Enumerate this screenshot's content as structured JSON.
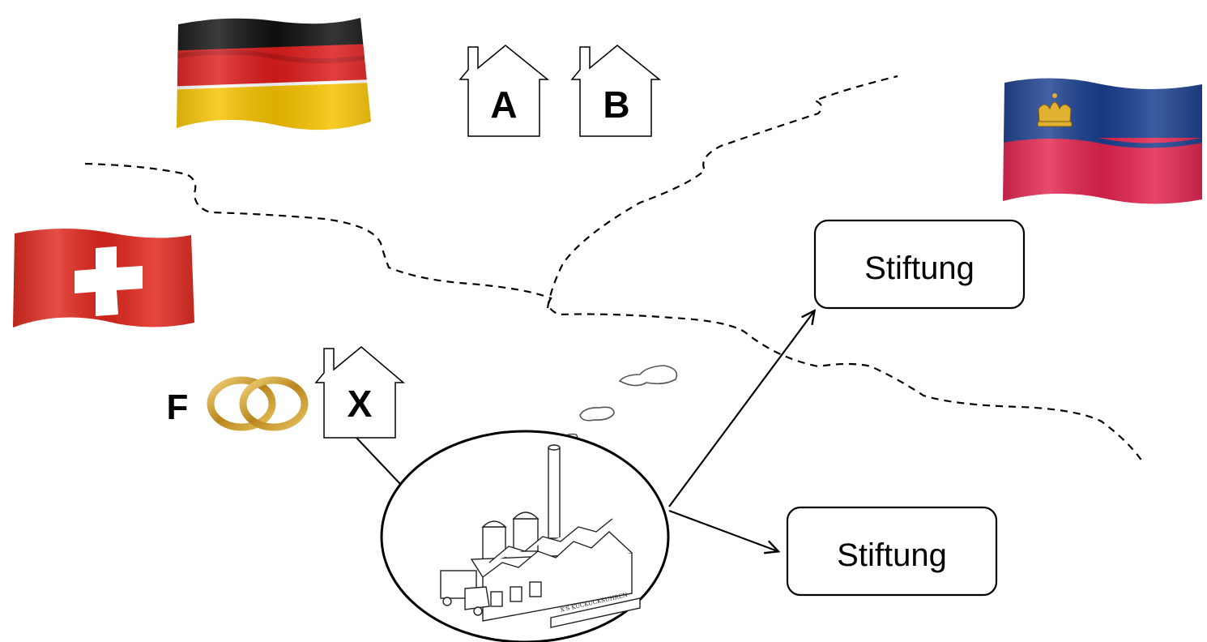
{
  "houses": [
    {
      "id": "A",
      "letter": "A"
    },
    {
      "id": "B",
      "letter": "B"
    },
    {
      "id": "X",
      "letter": "X"
    }
  ],
  "person_f": {
    "letter": "F"
  },
  "foundations": [
    {
      "label": "Stiftung"
    },
    {
      "label": "Stiftung"
    }
  ],
  "factory": {
    "sign_text": "X'S KUCKUCKSUHREN"
  },
  "colors": {
    "germany": [
      "#111111",
      "#dd1c1c",
      "#f6c200"
    ],
    "switzerland": [
      "#e0271d",
      "#ffffff"
    ],
    "liechtenstein": [
      "#1a3f8f",
      "#e3244f",
      "#e0b030"
    ],
    "rings": "#c99a2a"
  }
}
